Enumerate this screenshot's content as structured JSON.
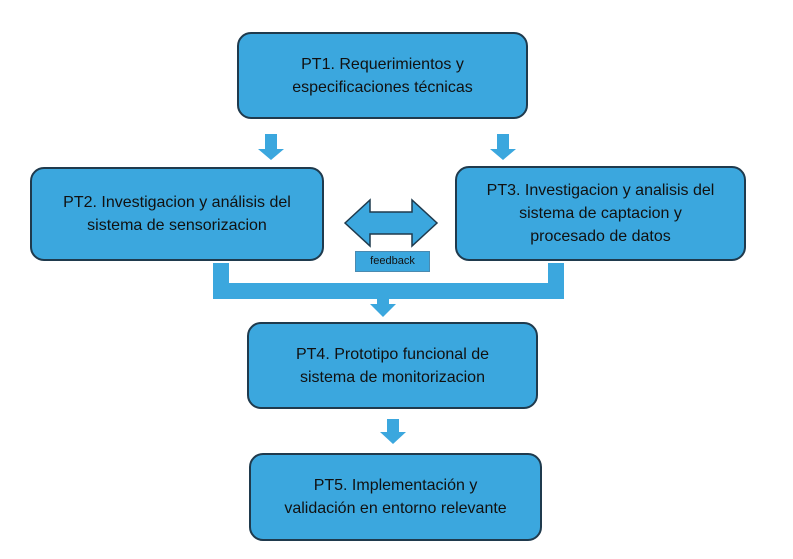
{
  "colors": {
    "box_fill": "#3ba7de",
    "box_border": "#1f3a4d",
    "connector": "#3ba7de"
  },
  "nodes": {
    "pt1": {
      "line1": "PT1. Requerimientos y",
      "line2": "especificaciones técnicas"
    },
    "pt2": {
      "line1": "PT2. Investigacion y análisis del",
      "line2": "sistema de sensorizacion"
    },
    "pt3": {
      "line1": "PT3. Investigacion  y analisis del",
      "line2": "sistema de captacion y",
      "line3": "procesado de datos"
    },
    "pt4": {
      "line1": "PT4. Prototipo funcional de",
      "line2": "sistema de monitorizacion"
    },
    "pt5": {
      "line1": "PT5. Implementación y",
      "line2": "validación en entorno relevante"
    }
  },
  "feedback": {
    "label": "feedback"
  },
  "edges": [
    {
      "from": "pt1",
      "to": "pt2"
    },
    {
      "from": "pt1",
      "to": "pt3"
    },
    {
      "from": "pt2",
      "to": "pt4"
    },
    {
      "from": "pt3",
      "to": "pt4"
    },
    {
      "from": "pt4",
      "to": "pt5"
    },
    {
      "between": [
        "pt2",
        "pt3"
      ],
      "label": "feedback",
      "bidirectional": true
    }
  ]
}
